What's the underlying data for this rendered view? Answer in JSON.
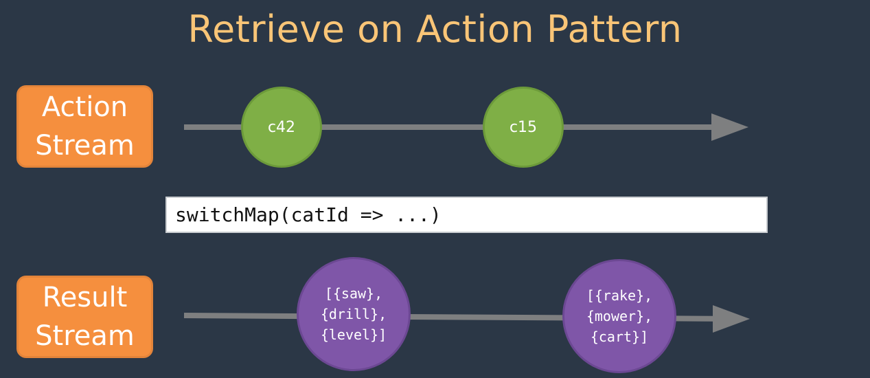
{
  "title": "Retrieve on Action Pattern",
  "colors": {
    "background": "#2b3746",
    "title": "#f9c577",
    "label_box": "#f58f3e",
    "timeline": "#7e7f80",
    "action_marble": "#7faf46",
    "result_marble": "#7f56a8"
  },
  "action_stream": {
    "label_line1": "Action",
    "label_line2": "Stream",
    "marbles": [
      {
        "text": "c42"
      },
      {
        "text": "c15"
      }
    ]
  },
  "operator": {
    "code": "switchMap(catId => ...)"
  },
  "result_stream": {
    "label_line1": "Result",
    "label_line2": "Stream",
    "marbles": [
      {
        "lines": [
          "[{saw},",
          "{drill},",
          "{level}]"
        ]
      },
      {
        "lines": [
          "[{rake},",
          "{mower},",
          "{cart}]"
        ]
      }
    ]
  }
}
